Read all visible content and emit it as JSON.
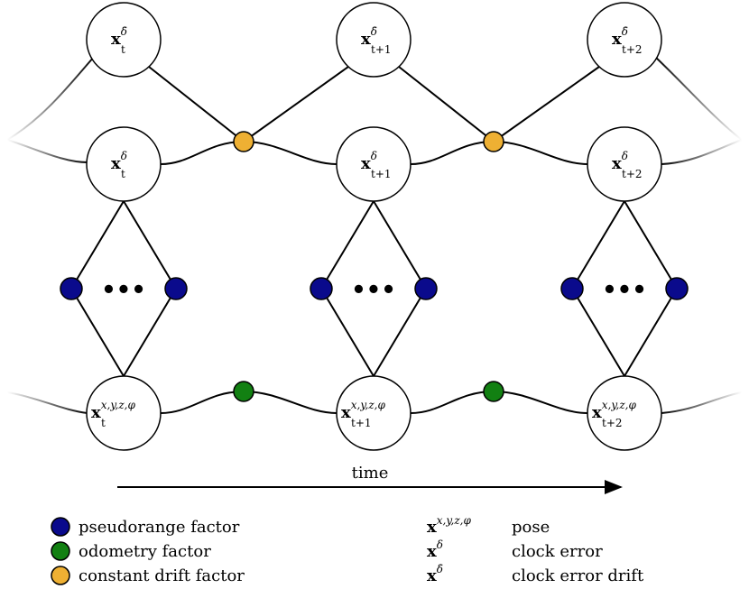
{
  "colors": {
    "pseudorange": "#0a0a8c",
    "odometry": "#128012",
    "drift": "#eeb033"
  },
  "nodes": {
    "drift": [
      {
        "base": "x",
        "sup": "δ̇",
        "sub": "t"
      },
      {
        "base": "x",
        "sup": "δ̇",
        "sub": "t+1"
      },
      {
        "base": "x",
        "sup": "δ̇",
        "sub": "t+2"
      }
    ],
    "clock": [
      {
        "base": "x",
        "sup": "δ",
        "sub": "t"
      },
      {
        "base": "x",
        "sup": "δ",
        "sub": "t+1"
      },
      {
        "base": "x",
        "sup": "δ",
        "sub": "t+2"
      }
    ],
    "pose": [
      {
        "base": "x",
        "sup": "x,y,z,φ",
        "sub": "t"
      },
      {
        "base": "x",
        "sup": "x,y,z,φ",
        "sub": "t+1"
      },
      {
        "base": "x",
        "sup": "x,y,z,φ",
        "sub": "t+2"
      }
    ]
  },
  "ellipsis": "•••",
  "time_label": "time",
  "legend": {
    "factors": [
      {
        "label": "pseudorange factor",
        "color": "#0a0a8c",
        "icon": "pseudorange-factor-icon"
      },
      {
        "label": "odometry factor",
        "color": "#128012",
        "icon": "odometry-factor-icon"
      },
      {
        "label": "constant drift factor",
        "color": "#eeb033",
        "icon": "constant-drift-factor-icon"
      }
    ],
    "variables": [
      {
        "base": "x",
        "sup": "x,y,z,φ",
        "label": "pose"
      },
      {
        "base": "x",
        "sup": "δ",
        "label": "clock error"
      },
      {
        "base": "x",
        "sup": "δ̇",
        "label": "clock error drift"
      }
    ]
  }
}
